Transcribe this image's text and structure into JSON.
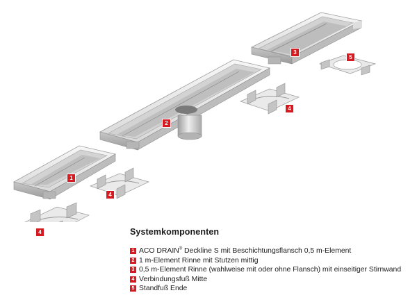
{
  "legend": {
    "title": "Systemkomponenten",
    "items": [
      {
        "number": "1",
        "text_before": "ACO DRAIN",
        "sup": "®",
        "text_after": " Deckline S mit Beschichtungsflansch 0,5 m-Element"
      },
      {
        "number": "2",
        "text_before": "1 m-Element Rinne mit Stutzen mittig",
        "sup": "",
        "text_after": ""
      },
      {
        "number": "3",
        "text_before": "0,5 m-Element Rinne (wahlweise mit oder ohne Flansch) mit einseitiger Stirnwand",
        "sup": "",
        "text_after": ""
      },
      {
        "number": "4",
        "text_before": "Verbindungsfuß Mitte",
        "sup": "",
        "text_after": ""
      },
      {
        "number": "5",
        "text_before": "Standfuß Ende",
        "sup": "",
        "text_after": ""
      }
    ]
  },
  "callouts": [
    {
      "label": "1"
    },
    {
      "label": "2"
    },
    {
      "label": "3"
    },
    {
      "label": "4"
    },
    {
      "label": "4"
    },
    {
      "label": "4"
    },
    {
      "label": "5"
    }
  ],
  "colors": {
    "callout": "#d61a21",
    "steel_light": "#eeeeee",
    "steel_mid": "#cfcfcf",
    "steel_dark": "#8f8f8f"
  }
}
